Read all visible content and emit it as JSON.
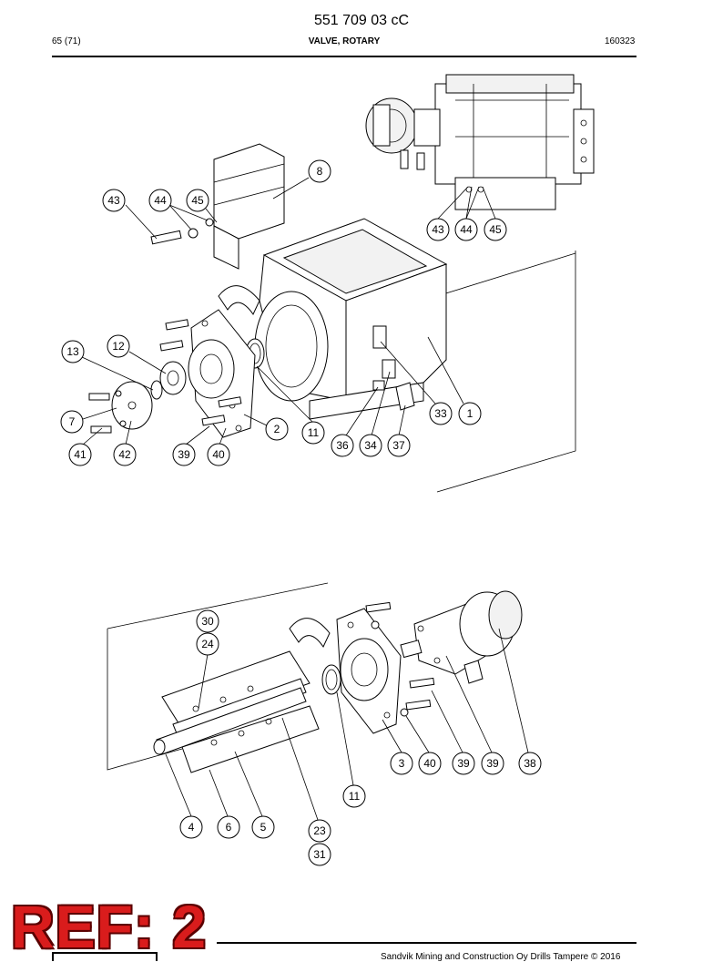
{
  "header": {
    "doc_number": "551 709 03 cC",
    "page": "65 (71)",
    "title": "VALVE, ROTARY",
    "date": "160323"
  },
  "footer": {
    "copyright": "Sandvik Mining and Construction Oy Drills Tampere © 2016",
    "stamp": "REF: 2"
  },
  "callouts": {
    "c43a": "43",
    "c44a": "44",
    "c45a": "45",
    "c8": "8",
    "c43b": "43",
    "c44b": "44",
    "c45b": "45",
    "c13": "13",
    "c12": "12",
    "c7": "7",
    "c41": "41",
    "c42": "42",
    "c39a": "39",
    "c40a": "40",
    "c2": "2",
    "c11a": "11",
    "c36": "36",
    "c34": "34",
    "c37": "37",
    "c33": "33",
    "c1": "1",
    "c30": "30",
    "c24": "24",
    "c4": "4",
    "c6": "6",
    "c5": "5",
    "c23": "23",
    "c31": "31",
    "c11b": "11",
    "c3": "3",
    "c40b": "40",
    "c39b": "39",
    "c39c": "39",
    "c38": "38"
  }
}
